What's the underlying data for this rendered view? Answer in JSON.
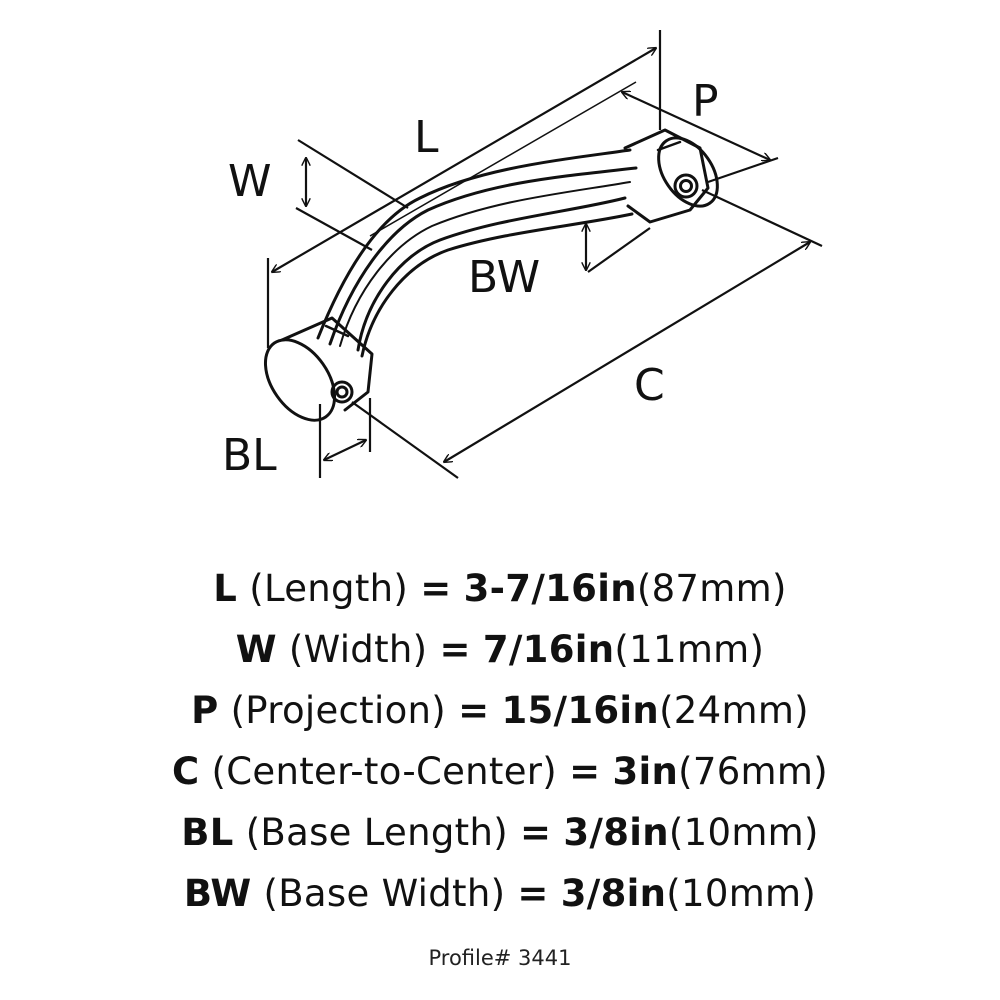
{
  "diagram": {
    "labels": {
      "L": "L",
      "W": "W",
      "P": "P",
      "BW": "BW",
      "C": "C",
      "BL": "BL"
    }
  },
  "specs": [
    {
      "code": "L",
      "label": "(Length)",
      "eq": "=",
      "imperial": "3-7/16in",
      "metric": "(87mm)"
    },
    {
      "code": "W",
      "label": "(Width)",
      "eq": "=",
      "imperial": "7/16in",
      "metric": "(11mm)"
    },
    {
      "code": "P",
      "label": "(Projection)",
      "eq": "=",
      "imperial": "15/16in",
      "metric": "(24mm)"
    },
    {
      "code": "C",
      "label": "(Center-to-Center)",
      "eq": "=",
      "imperial": "3in",
      "metric": "(76mm)"
    },
    {
      "code": "BL",
      "label": "(Base Length)",
      "eq": "=",
      "imperial": "3/8in",
      "metric": "(10mm)"
    },
    {
      "code": "BW",
      "label": "(Base Width)",
      "eq": "=",
      "imperial": "3/8in",
      "metric": "(10mm)"
    }
  ],
  "profile": "Profile# 3441"
}
